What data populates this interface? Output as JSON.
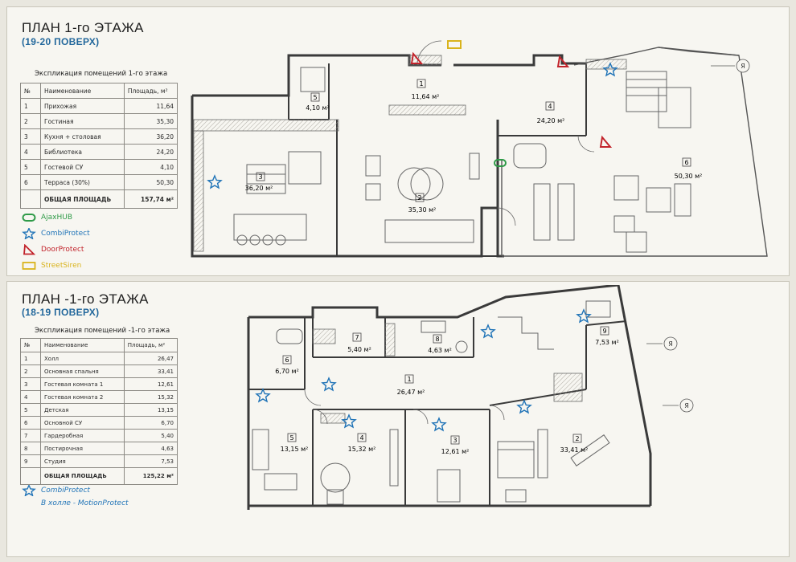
{
  "floor1": {
    "title": "ПЛАН 1-го ЭТАЖА",
    "subtitle": "(19-20 ПОВЕРХ)",
    "table_caption": "Экспликация помещений 1-го этажа",
    "headers": {
      "num": "№",
      "name": "Наименование",
      "area": "Площадь, м²"
    },
    "rows": [
      {
        "num": "1",
        "name": "Прихожая",
        "area": "11,64"
      },
      {
        "num": "2",
        "name": "Гостиная",
        "area": "35,30"
      },
      {
        "num": "3",
        "name": "Кухня + столовая",
        "area": "36,20"
      },
      {
        "num": "4",
        "name": "Библиотека",
        "area": "24,20"
      },
      {
        "num": "5",
        "name": "Гостевой СУ",
        "area": "4,10"
      },
      {
        "num": "6",
        "name": "Терраса (30%)",
        "area": "50,30"
      }
    ],
    "total_label": "ОБЩАЯ ПЛОЩАДЬ",
    "total_area": "157,74 м²",
    "rooms": [
      {
        "num": "1",
        "area": "11,64 м²"
      },
      {
        "num": "2",
        "area": "35,30 м²"
      },
      {
        "num": "3",
        "area": "36,20 м²"
      },
      {
        "num": "4",
        "area": "24,20 м²"
      },
      {
        "num": "5",
        "area": "4,10 м²"
      },
      {
        "num": "6",
        "area": "50,30 м²"
      }
    ],
    "axis_marks": [
      "Я"
    ]
  },
  "legend": [
    {
      "label": "AjaxHUB",
      "icon": "hub-rounded-rect",
      "color": "#2e9a47"
    },
    {
      "label": "CombiProtect",
      "icon": "star",
      "color": "#1f73b7"
    },
    {
      "label": "DoorProtect",
      "icon": "triangle",
      "color": "#c2232b"
    },
    {
      "label": "StreetSiren",
      "icon": "rect",
      "color": "#d9b31b"
    }
  ],
  "floor2": {
    "title": "ПЛАН -1-го ЭТАЖА",
    "subtitle": "(18-19 ПОВЕРХ)",
    "table_caption": "Экспликация помещений -1-го этажа",
    "headers": {
      "num": "№",
      "name": "Наименование",
      "area": "Площадь, м²"
    },
    "rows": [
      {
        "num": "1",
        "name": "Холл",
        "area": "26,47"
      },
      {
        "num": "2",
        "name": "Основная спальня",
        "area": "33,41"
      },
      {
        "num": "3",
        "name": "Гостевая комната 1",
        "area": "12,61"
      },
      {
        "num": "4",
        "name": "Гостевая комната 2",
        "area": "15,32"
      },
      {
        "num": "5",
        "name": "Детская",
        "area": "13,15"
      },
      {
        "num": "6",
        "name": "Основной СУ",
        "area": "6,70"
      },
      {
        "num": "7",
        "name": "Гардеробная",
        "area": "5,40"
      },
      {
        "num": "8",
        "name": "Постирочная",
        "area": "4,63"
      },
      {
        "num": "9",
        "name": "Студия",
        "area": "7,53"
      }
    ],
    "total_label": "ОБЩАЯ ПЛОЩАДЬ",
    "total_area": "125,22 м²",
    "rooms": [
      {
        "num": "1",
        "area": "26,47 м²"
      },
      {
        "num": "2",
        "area": "33,41 м²"
      },
      {
        "num": "3",
        "area": "12,61 м²"
      },
      {
        "num": "4",
        "area": "15,32 м²"
      },
      {
        "num": "5",
        "area": "13,15 м²"
      },
      {
        "num": "6",
        "area": "6,70 м²"
      },
      {
        "num": "7",
        "area": "5,40 м²"
      },
      {
        "num": "8",
        "area": "4,63 м²"
      },
      {
        "num": "9",
        "area": "7,53 м²"
      }
    ],
    "axis_marks": [
      "Я",
      "Я"
    ],
    "legend_label": "CombiProtect",
    "note": "В холле - MotionProtect"
  }
}
